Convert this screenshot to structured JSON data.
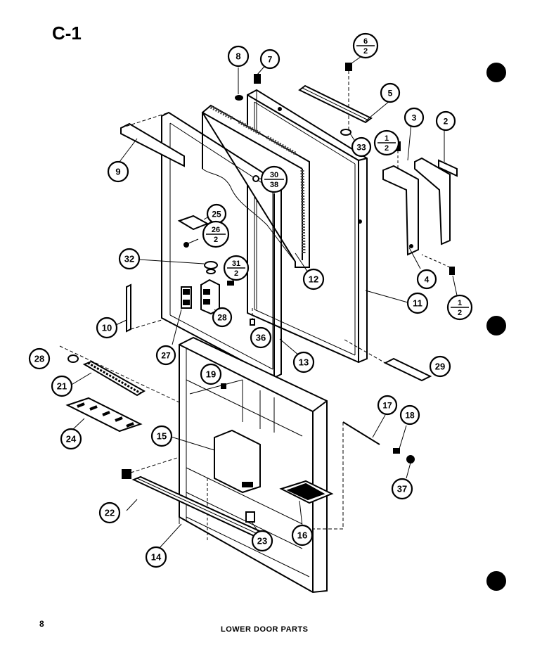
{
  "page": {
    "title": "C-1",
    "page_number": "8",
    "caption": "LOWER DOOR PARTS"
  },
  "colors": {
    "ink": "#000000",
    "paper": "#ffffff",
    "hatch": "#444444"
  },
  "callouts": [
    {
      "id": "c-8a",
      "label": "8"
    },
    {
      "id": "c-7",
      "label": "7"
    },
    {
      "id": "c-6-2",
      "num": "6",
      "den": "2"
    },
    {
      "id": "c-5",
      "label": "5"
    },
    {
      "id": "c-1-2a",
      "num": "1",
      "den": "2"
    },
    {
      "id": "c-3",
      "label": "3"
    },
    {
      "id": "c-2",
      "label": "2"
    },
    {
      "id": "c-9",
      "label": "9"
    },
    {
      "id": "c-33",
      "label": "33"
    },
    {
      "id": "c-30-38",
      "num": "30",
      "den": "38"
    },
    {
      "id": "c-25",
      "label": "25"
    },
    {
      "id": "c-26-2",
      "num": "26",
      "den": "2"
    },
    {
      "id": "c-32",
      "label": "32"
    },
    {
      "id": "c-31-2",
      "num": "31",
      "den": "2"
    },
    {
      "id": "c-12",
      "label": "12"
    },
    {
      "id": "c-4",
      "label": "4"
    },
    {
      "id": "c-1-2b",
      "num": "1",
      "den": "2"
    },
    {
      "id": "c-10",
      "label": "10"
    },
    {
      "id": "c-28a",
      "label": "28"
    },
    {
      "id": "c-11",
      "label": "11"
    },
    {
      "id": "c-27",
      "label": "27"
    },
    {
      "id": "c-36",
      "label": "36"
    },
    {
      "id": "c-13",
      "label": "13"
    },
    {
      "id": "c-29",
      "label": "29"
    },
    {
      "id": "c-28b",
      "label": "28"
    },
    {
      "id": "c-19",
      "label": "19"
    },
    {
      "id": "c-21",
      "label": "21"
    },
    {
      "id": "c-24",
      "label": "24"
    },
    {
      "id": "c-15",
      "label": "15"
    },
    {
      "id": "c-17",
      "label": "17"
    },
    {
      "id": "c-18",
      "label": "18"
    },
    {
      "id": "c-37",
      "label": "37"
    },
    {
      "id": "c-22a",
      "label": "22"
    },
    {
      "id": "c-16",
      "label": "16"
    },
    {
      "id": "c-23",
      "label": "23"
    },
    {
      "id": "c-14",
      "label": "14"
    }
  ]
}
